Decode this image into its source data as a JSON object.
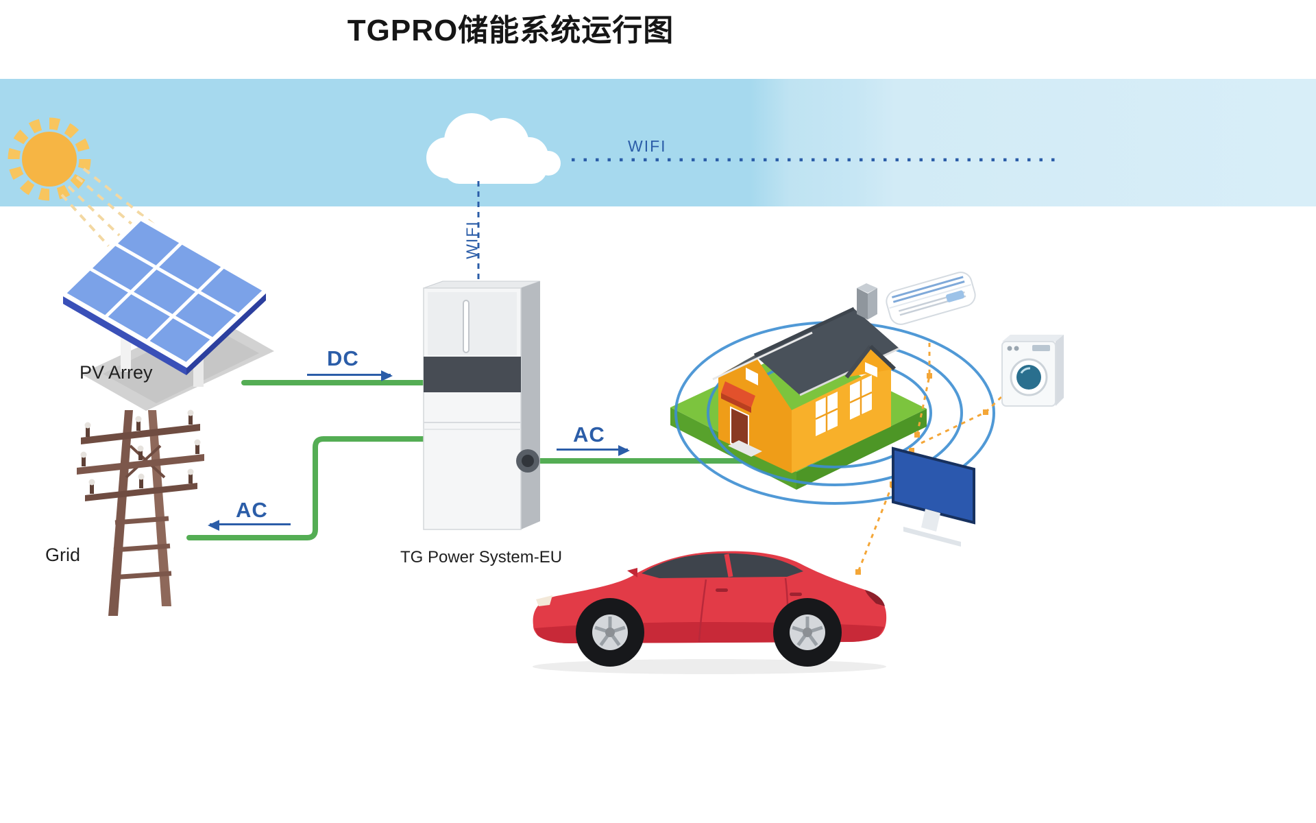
{
  "title": "TGPRO储能系统运行图",
  "labels": {
    "pv_array": "PV Arrey",
    "grid": "Grid",
    "inverter": "TG Power System-EU"
  },
  "flows": {
    "dc": {
      "label": "DC",
      "direction": "right"
    },
    "ac_grid": {
      "label": "AC",
      "direction": "left"
    },
    "ac_house": {
      "label": "AC",
      "direction": "right"
    }
  },
  "wifi": {
    "cloud_link_label": "WIFI",
    "inverter_link_label": "WIFI"
  },
  "connections": [
    {
      "from": "pv-array",
      "to": "inverter",
      "type": "DC"
    },
    {
      "from": "grid",
      "to": "inverter",
      "type": "AC"
    },
    {
      "from": "inverter",
      "to": "house",
      "type": "AC"
    },
    {
      "from": "cloud",
      "to": "inverter",
      "type": "WIFI"
    },
    {
      "from": "house",
      "to": "air-conditioner",
      "type": "wireless"
    },
    {
      "from": "house",
      "to": "washing-machine",
      "type": "wireless"
    },
    {
      "from": "house",
      "to": "tv",
      "type": "wireless"
    },
    {
      "from": "house",
      "to": "electric-car",
      "type": "wireless"
    }
  ],
  "icons": [
    "sun-icon",
    "cloud-icon",
    "solar-panel-icon",
    "power-pole-icon",
    "inverter-icon",
    "house-icon",
    "wifi-rings-icon",
    "air-conditioner-icon",
    "washing-machine-icon",
    "tv-icon",
    "electric-car-icon"
  ],
  "colors": {
    "sky_band": "#a6d9ee",
    "power_line_green": "#54ad54",
    "flow_label_blue": "#2b5da8",
    "appliance_link_orange": "#f4a637",
    "ring_blue": "#3e8ed2",
    "house_wall_orange": "#f6a71e",
    "roof_gray": "#575f67",
    "car_red": "#e23b47",
    "sun_yellow": "#f6b544"
  }
}
